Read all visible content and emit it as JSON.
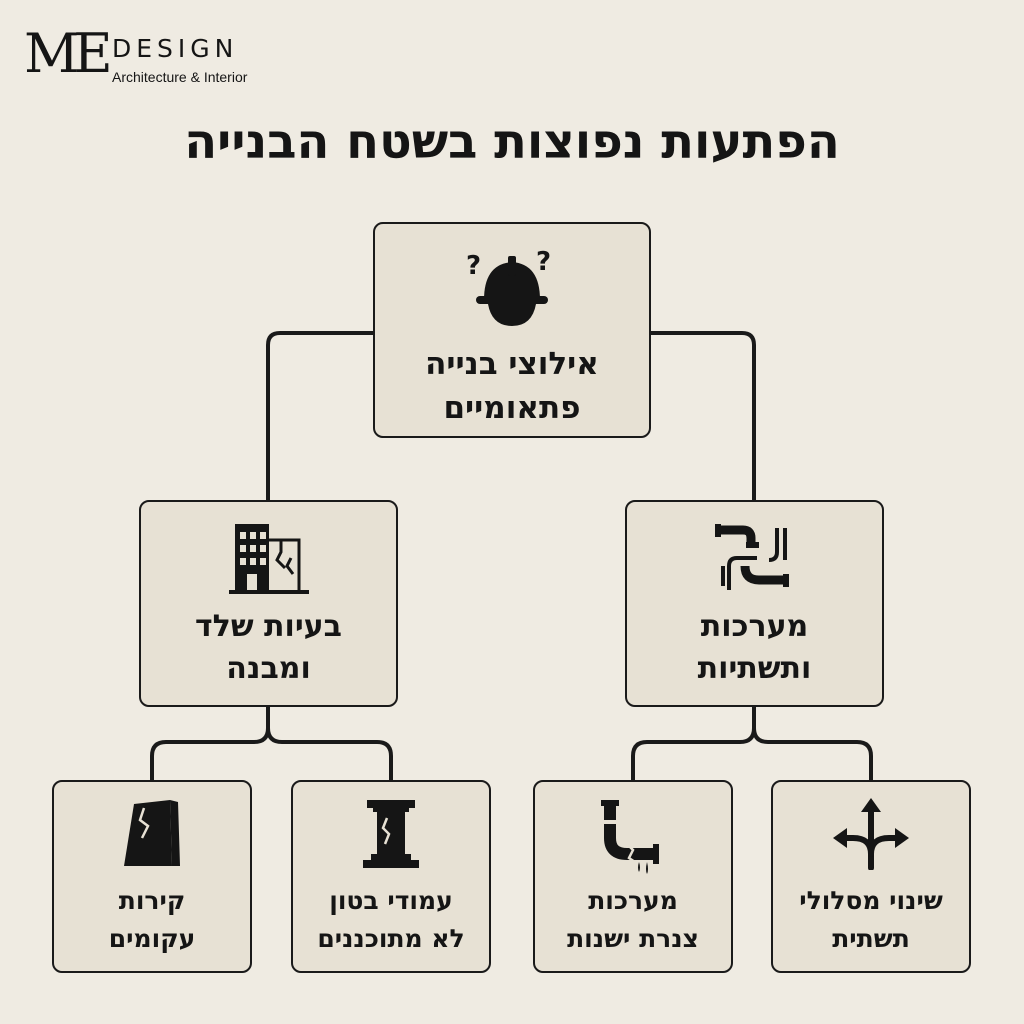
{
  "logo": {
    "mark": "ME",
    "wordmark": "DESIGN",
    "subtitle": "Architecture & Interior"
  },
  "title": "הפתעות נפוצות בשטח הבנייה",
  "colors": {
    "background": "#efebe2",
    "box_fill": "#e7e1d4",
    "ink": "#151515"
  },
  "nodes": {
    "root": {
      "line1": "אילוצי בנייה",
      "line2": "פתאומיים",
      "icon": "hardhat-question-icon"
    },
    "structure": {
      "line1": "בעיות שלד",
      "line2": "ומבנה",
      "icon": "cracked-building-icon"
    },
    "infrastructure": {
      "line1": "מערכות",
      "line2": "ותשתיות",
      "icon": "pipes-icon"
    },
    "walls": {
      "line1": "קירות",
      "line2": "עקומים",
      "icon": "crooked-wall-icon"
    },
    "columns": {
      "line1": "עמודי בטון",
      "line2": "לא מתוכננים",
      "icon": "concrete-column-icon"
    },
    "old_pipes": {
      "line1": "מערכות",
      "line2": "צנרת ישנות",
      "icon": "leaking-pipe-icon"
    },
    "rerouting": {
      "line1": "שינוי מסלולי",
      "line2": "תשתית",
      "icon": "split-arrows-icon"
    }
  }
}
